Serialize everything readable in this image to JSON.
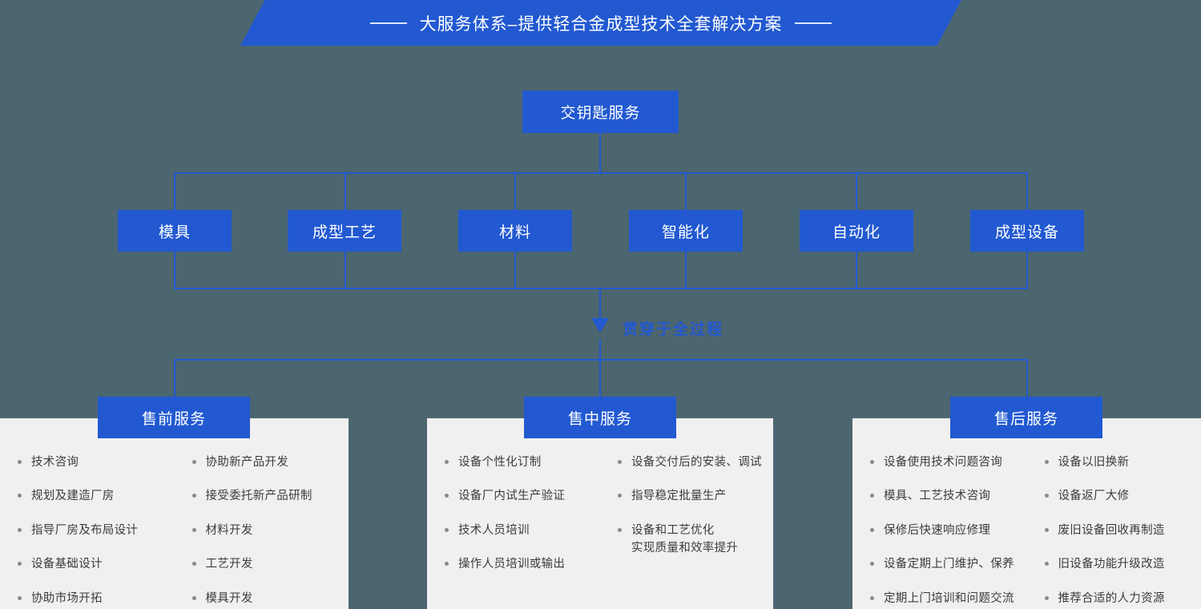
{
  "banner": {
    "title": "大服务体系–提供轻合金成型技术全套解决方案",
    "rule_left": "rule",
    "rule_right": "rule"
  },
  "colors": {
    "background": "#4c6670",
    "accent_blue": "#2259d1",
    "panel_bg": "#f0f0f0",
    "text_on_accent": "#ffffff",
    "bullet_text": "#3c3c3c"
  },
  "root": {
    "label": "交钥匙服务"
  },
  "tier2": [
    {
      "label": "模具"
    },
    {
      "label": "成型工艺"
    },
    {
      "label": "材料"
    },
    {
      "label": "智能化"
    },
    {
      "label": "自动化"
    },
    {
      "label": "成型设备"
    }
  ],
  "arrow": {
    "label": "贯穿于全过程",
    "icon": "triangle-down-icon"
  },
  "services": [
    {
      "title": "售前服务",
      "columns": [
        [
          "技术咨询",
          "规划及建造厂房",
          "指导厂房及布局设计",
          "设备基础设计",
          "协助市场开拓"
        ],
        [
          "协助新产品开发",
          "接受委托新产品研制",
          "材料开发",
          "工艺开发",
          "模具开发"
        ]
      ]
    },
    {
      "title": "售中服务",
      "columns": [
        [
          "设备个性化订制",
          "设备厂内试生产验证",
          "技术人员培训",
          "操作人员培训或输出"
        ],
        [
          "设备交付后的安装、调试",
          "指导稳定批量生产",
          "设备和工艺优化",
          "实现质量和效率提升"
        ]
      ]
    },
    {
      "title": "售后服务",
      "columns": [
        [
          "设备使用技术问题咨询",
          "模具、工艺技术咨询",
          "保修后快速响应修理",
          "设备定期上门维护、保养",
          "定期上门培训和问题交流"
        ],
        [
          "设备以旧换新",
          "设备返厂大修",
          "废旧设备回收再制造",
          "旧设备功能升级改造",
          "推荐合适的人力资源"
        ]
      ]
    }
  ]
}
